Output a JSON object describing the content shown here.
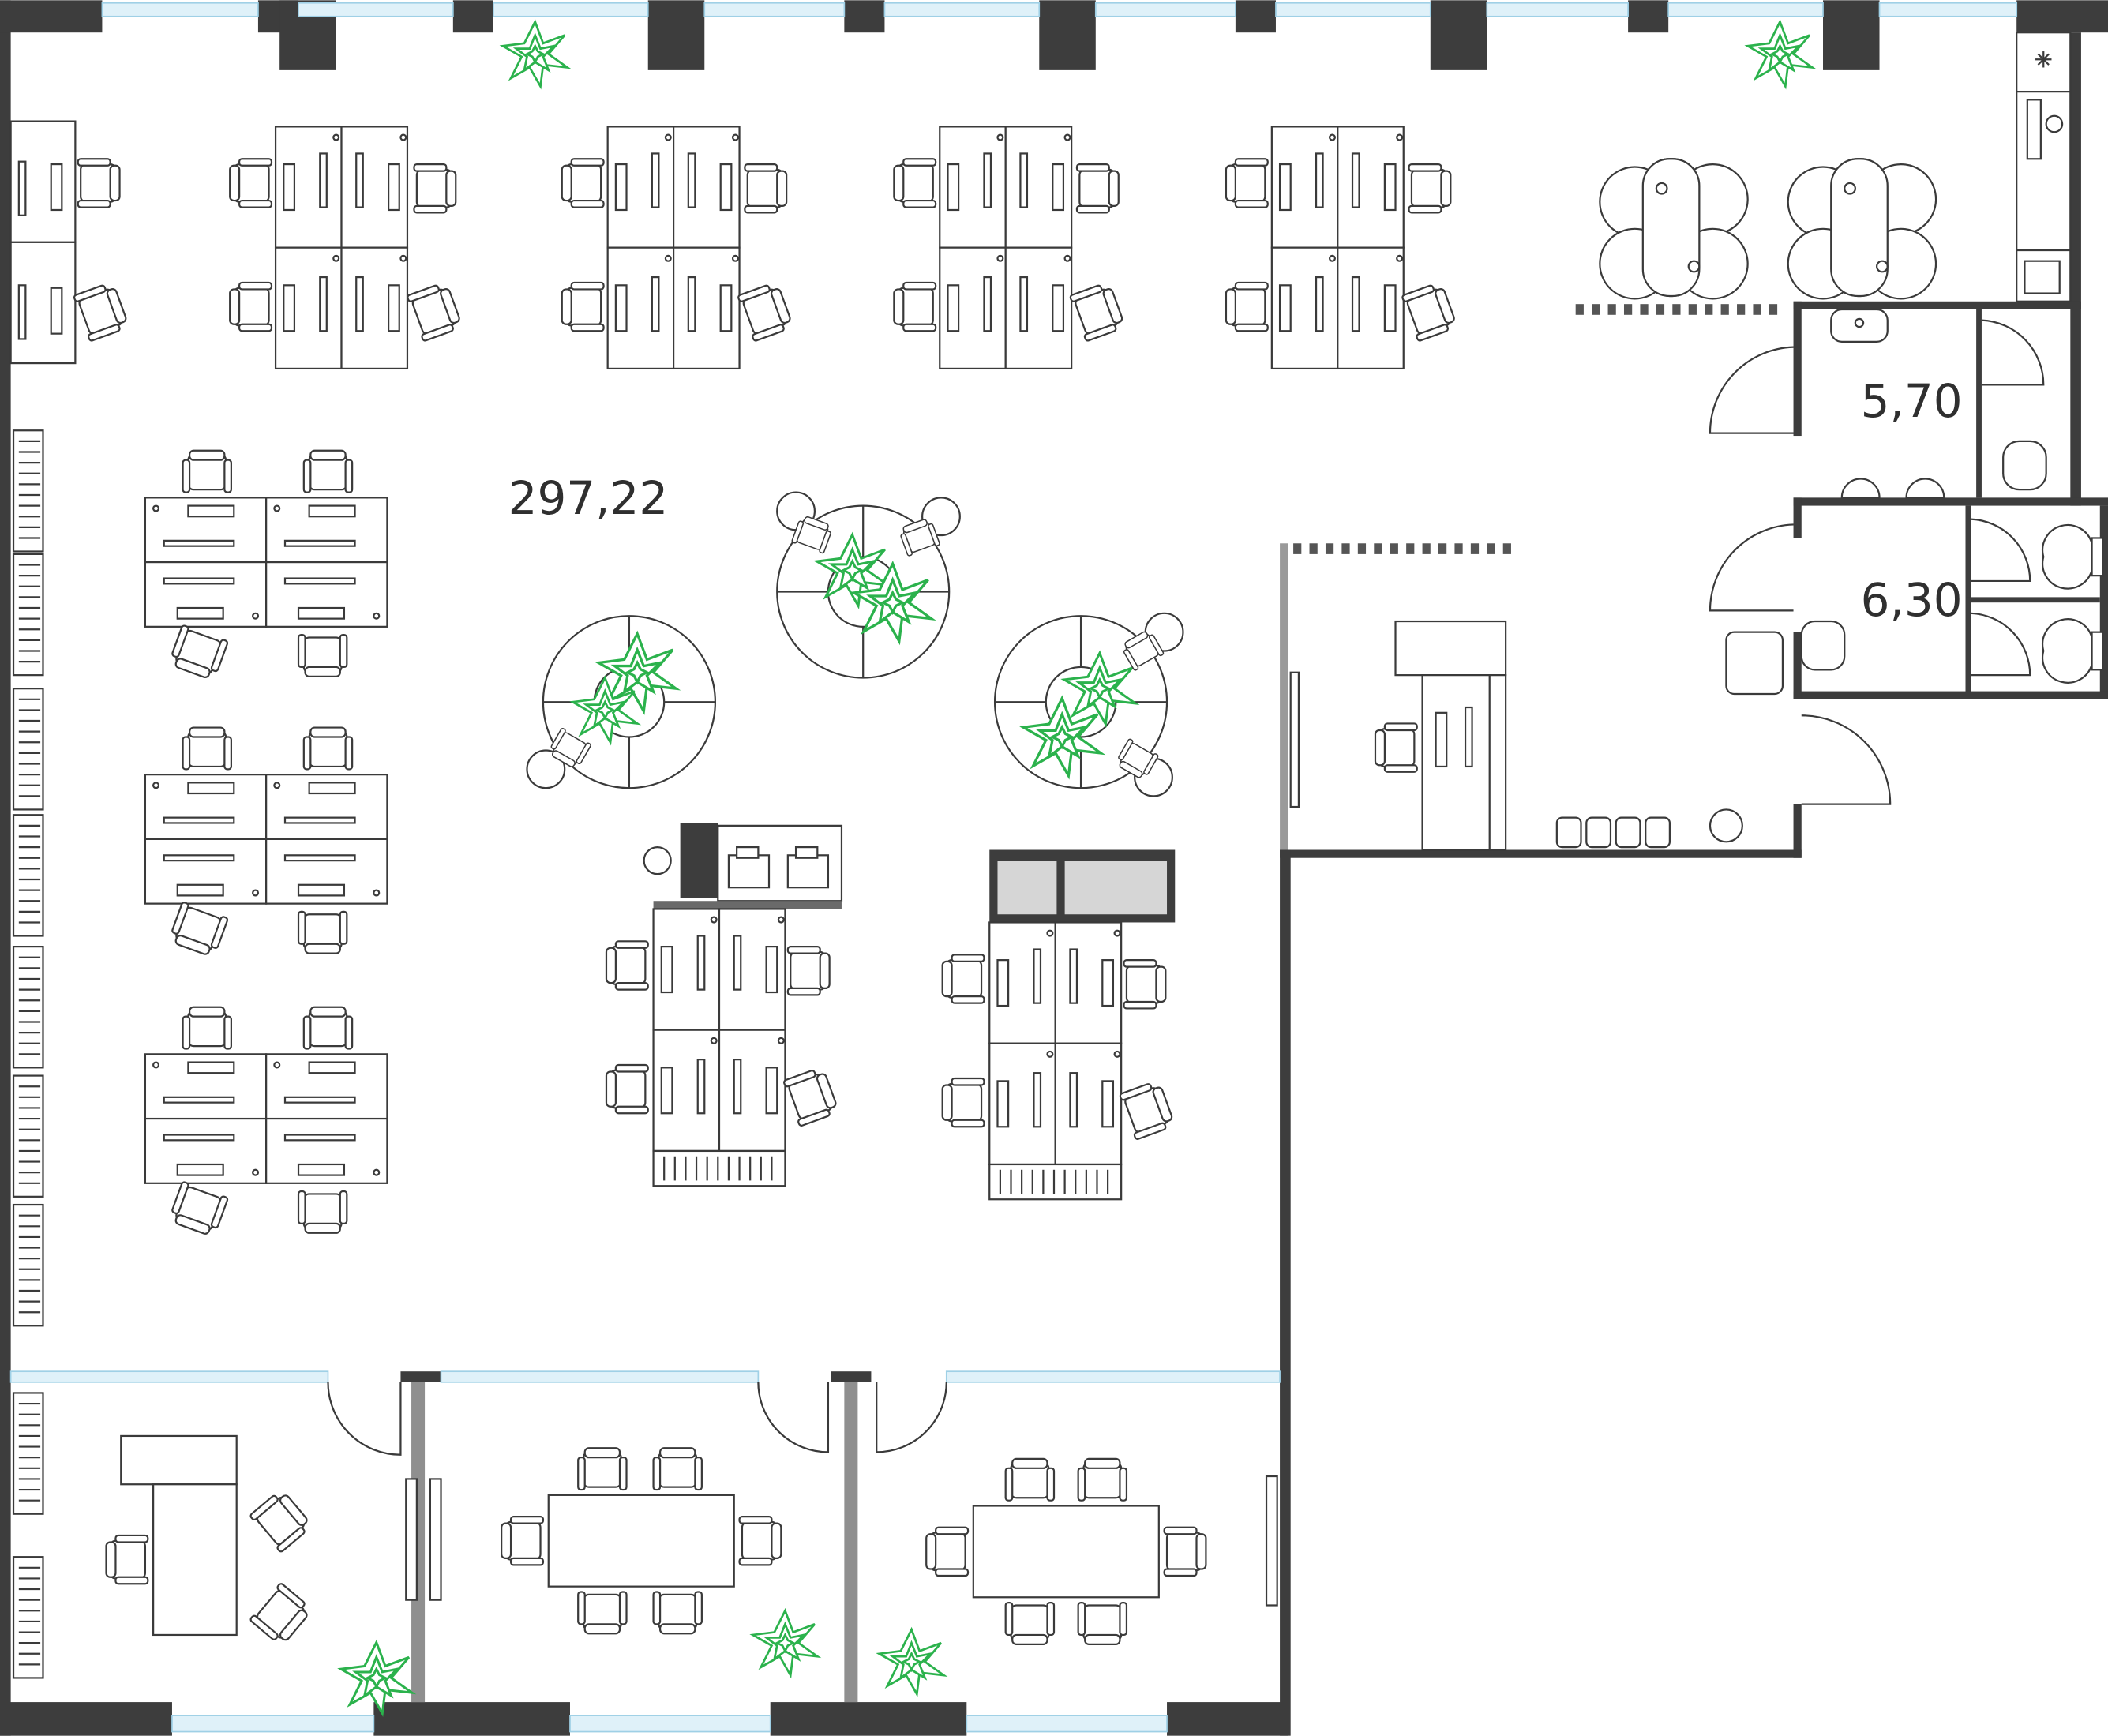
{
  "rooms": [
    {
      "label": "297,22"
    },
    {
      "label": "5,70"
    },
    {
      "label": "6,30"
    }
  ],
  "colors": {
    "wall": "#3d3d3d",
    "line": "#3a3a3a",
    "plant": "#2bb24c",
    "glass": "#dff1f9",
    "fill_gray": "#d6d6d6"
  },
  "icons": [
    "office-chair-icon",
    "plant-icon",
    "door-swing-icon",
    "toilet-icon",
    "sink-icon",
    "cooktop-icon",
    "window-icon"
  ]
}
